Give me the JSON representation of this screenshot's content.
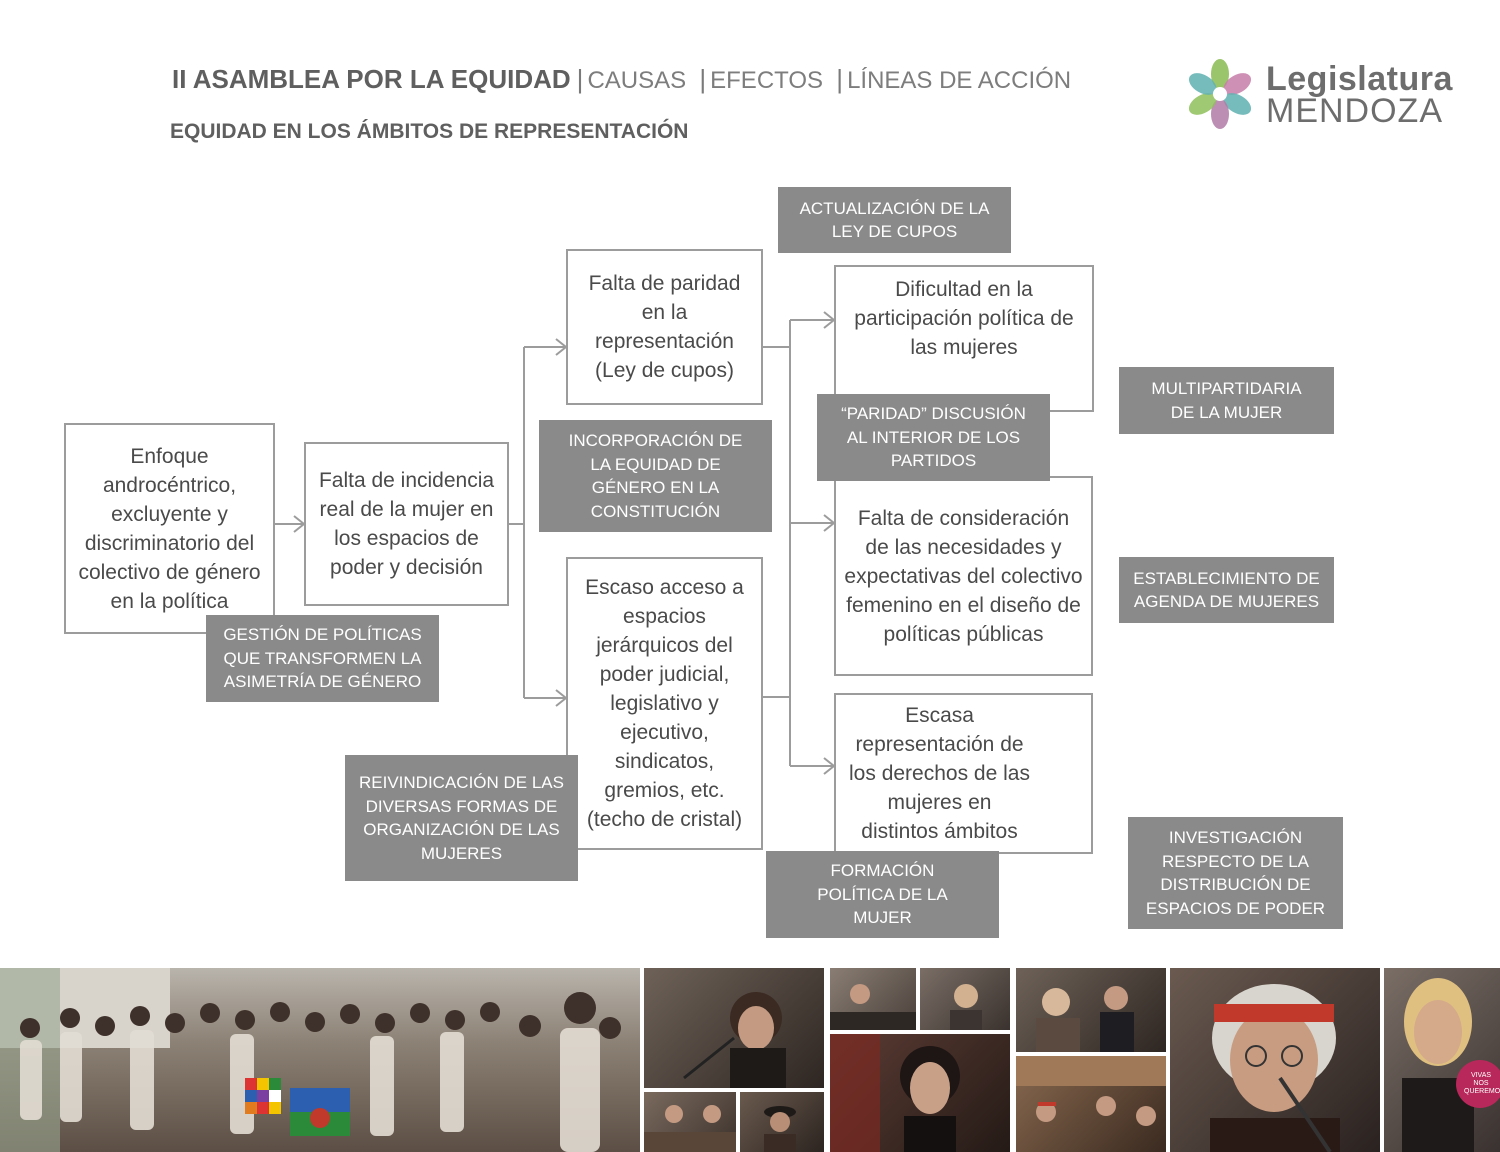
{
  "header": {
    "title_bold": "II ASAMBLEA POR LA EQUIDAD",
    "nav": [
      "CAUSAS",
      "EFECTOS",
      "LÍNEAS DE ACCIÓN"
    ],
    "subtitle": "EQUIDAD EN LOS ÁMBITOS DE REPRESENTACIÓN"
  },
  "logo": {
    "line1": "Legislatura",
    "line2": "MENDOZA"
  },
  "boxes": {
    "root": "Enfoque androcéntrico, excluyente y discriminatorio del colectivo de género en la política",
    "level1": "Falta de incidencia real de la mujer en los espacios de poder y decisión",
    "level2_top": "Falta de paridad en la representación (Ley de cupos)",
    "level2_bottom": "Escaso acceso a espacios jerárquicos del poder judicial, legislativo y ejecutivo, sindicatos, gremios, etc. (techo de cristal)",
    "level3_a": "Dificultad en la participación política de las mujeres",
    "level3_b": "Falta de consideración de las necesidades y expectativas del colectivo femenino en el diseño de  políticas públicas",
    "level3_c": "Escasa representación de los derechos de las mujeres en distintos ámbitos"
  },
  "actions": {
    "a1": "ACTUALIZACIÓN DE LA LEY DE CUPOS",
    "a2": "INCORPORACIÓN DE LA EQUIDAD DE GÉNERO EN LA CONSTITUCIÓN",
    "a3": "“PARIDAD” DISCUSIÓN AL INTERIOR DE LOS PARTIDOS",
    "a4": "MULTIPARTIDARIA DE LA MUJER",
    "a5": "ESTABLECIMIENTO DE AGENDA DE MUJERES",
    "a6": "GESTIÓN DE POLÍTICAS QUE TRANSFORMEN LA ASIMETRÍA DE GÉNERO",
    "a7": "REIVINDICACIÓN DE LAS DIVERSAS FORMAS DE ORGANIZACIÓN DE LAS MUJERES",
    "a8": "FORMACIÓN POLÍTICA DE LA MUJER",
    "a9": "INVESTIGACIÓN RESPECTO DE LA DISTRIBUCIÓN DE ESPACIOS DE PODER"
  },
  "photo_sign": "VIVAS NOS QUEREMOS",
  "colors": {
    "box_border": "#9c9c9c",
    "action_bg": "#8a8a8a",
    "text": "#4a4a4a"
  }
}
